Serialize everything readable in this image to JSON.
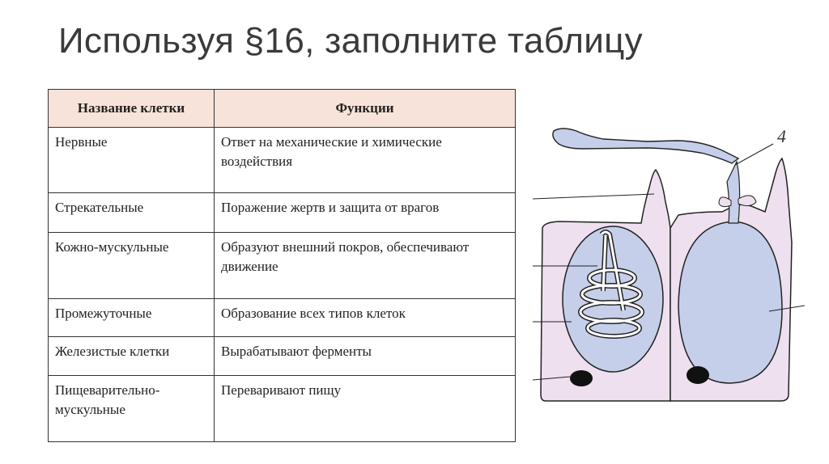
{
  "title": "Используя §16, заполните таблицу",
  "table": {
    "headers": [
      "Название клетки",
      "Функции"
    ],
    "rows": [
      {
        "name": "Нервные",
        "function": "Ответ на механические и химические воздействия"
      },
      {
        "name": "Стрекательные",
        "function": "Поражение жертв и защита от врагов"
      },
      {
        "name": "Кожно-мускульные",
        "function": "Образуют внешний покров, обеспечивают движение"
      },
      {
        "name": "Промежуточные",
        "function": "Образование всех типов клеток"
      },
      {
        "name": "Железистые клетки",
        "function": "Вырабатывают ферменты"
      },
      {
        "name": "Пищеварительно-мускульные",
        "function": "Переваривают пищу"
      }
    ]
  },
  "diagram": {
    "label": "4",
    "colors": {
      "cell_fill": "#eee0ee",
      "capsule_fill": "#c6cfea",
      "outline": "#222222",
      "nucleus": "#111111"
    }
  }
}
